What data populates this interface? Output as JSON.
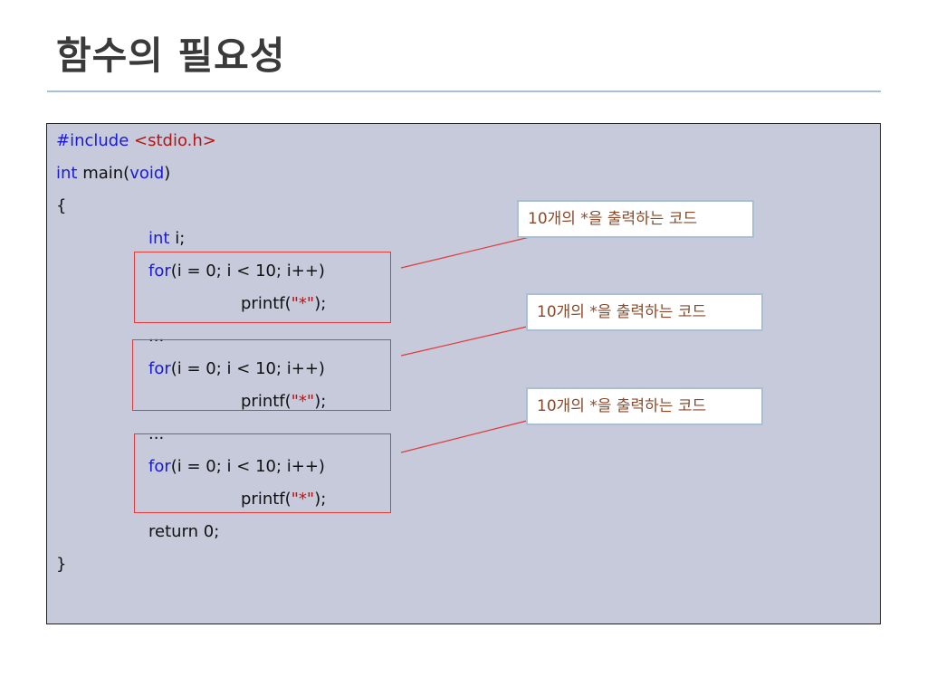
{
  "title": "함수의 필요성",
  "code": {
    "include_directive": "#include",
    "include_header": "<stdio.h>",
    "main_type": "int",
    "main_name": " main(",
    "main_param": "void",
    "main_close": ")",
    "open_brace": "{",
    "decl_type": "int",
    "decl_rest": " i;",
    "for_keyword": "for",
    "for_rest": "(i = 0; i < 10; i++)",
    "printf_prefix": "printf(",
    "printf_string": "\"*\"",
    "printf_suffix": ");",
    "ellipsis": "...",
    "return_stmt": "return 0;",
    "close_brace": "}"
  },
  "callouts": [
    {
      "text": "10개의 *을 출력하는 코드"
    },
    {
      "text": "10개의 *을 출력하는 코드"
    },
    {
      "text": "10개의 *을 출력하는 코드"
    }
  ],
  "colors": {
    "keyword": "#1a1adb",
    "string": "#b01818",
    "highlight_border": "#e33a3a",
    "callout_text": "#8a4a2a",
    "code_background": "#c6cadb"
  }
}
